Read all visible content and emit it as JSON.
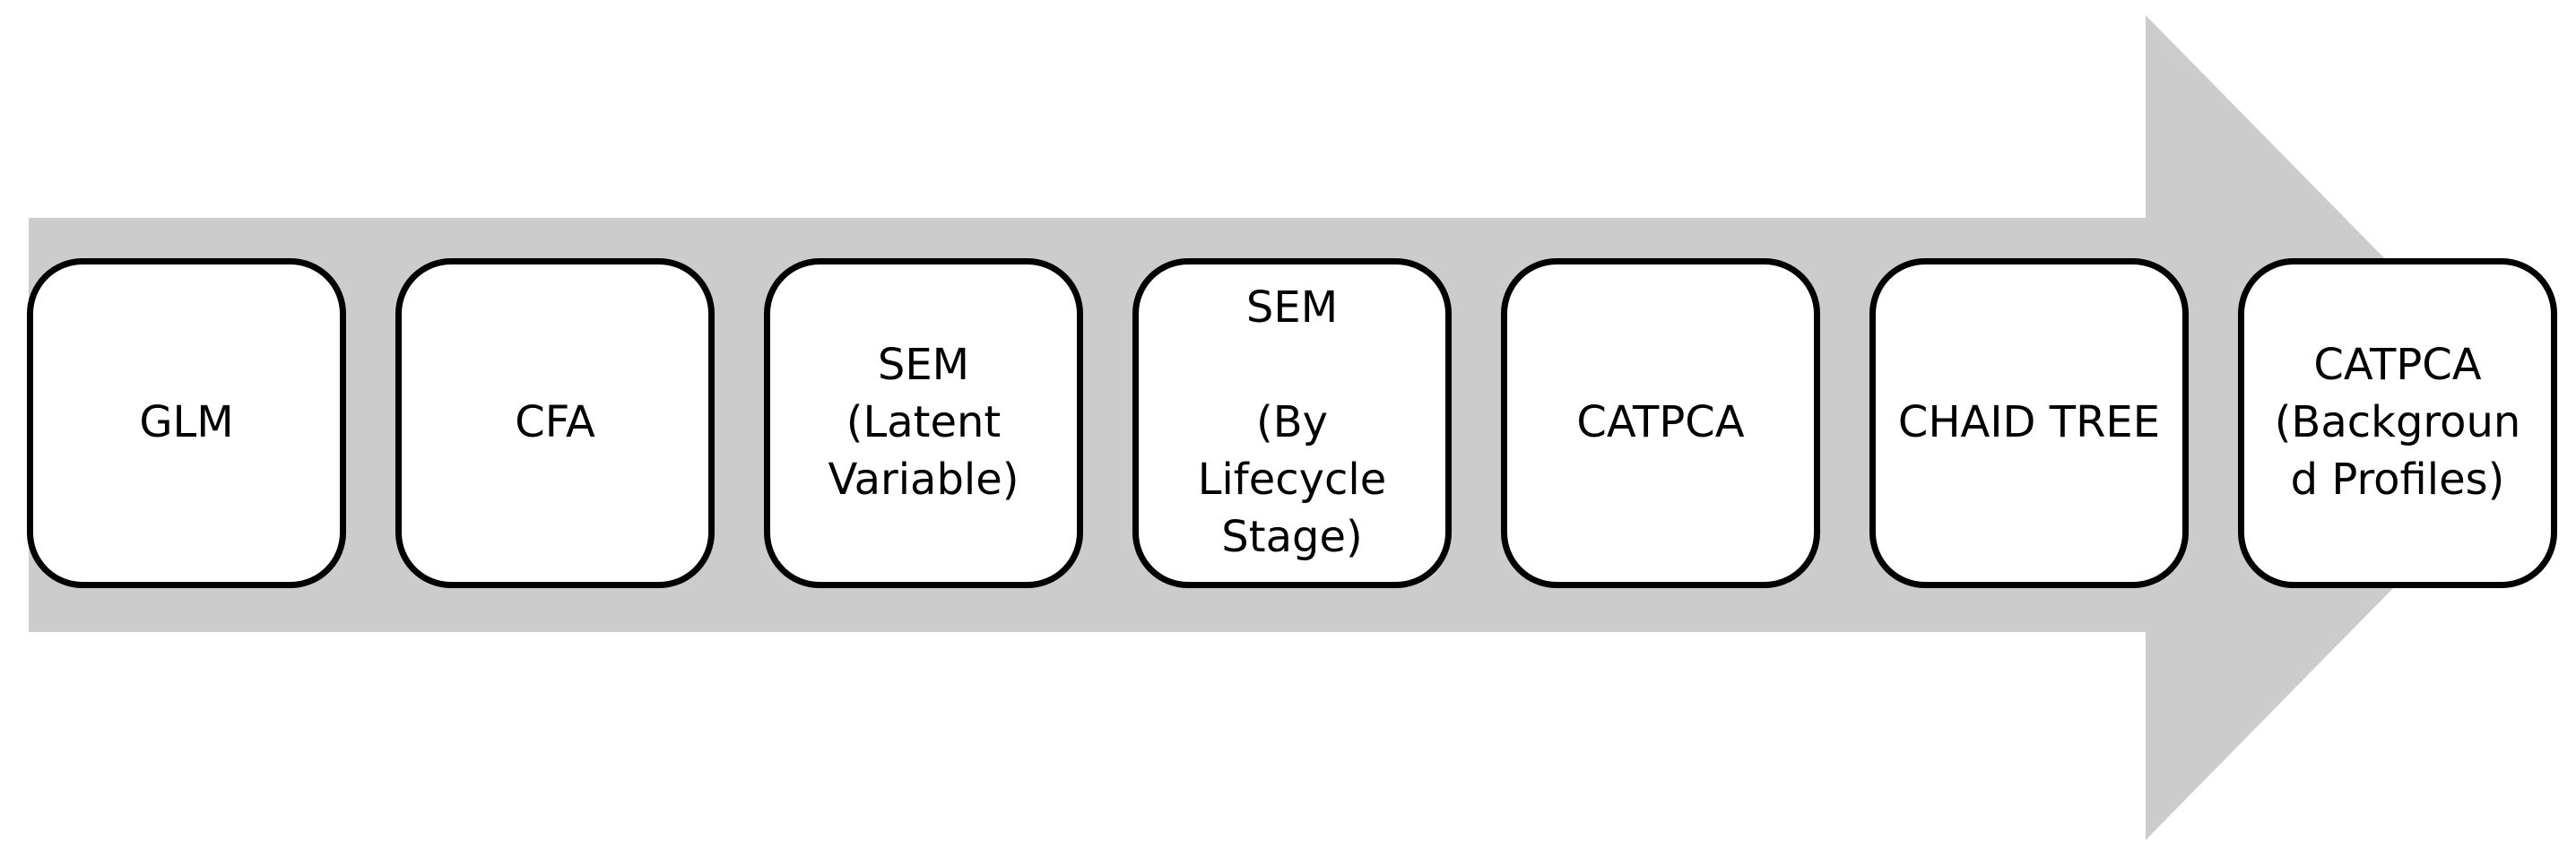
{
  "colors": {
    "arrow_fill": "#cccccc",
    "box_fill": "#ffffff",
    "box_border": "#000000",
    "text": "#000000"
  },
  "steps": [
    {
      "label": "GLM"
    },
    {
      "label": "CFA"
    },
    {
      "label": "SEM\n(Latent\nVariable)"
    },
    {
      "label": "SEM\n\n(By\nLifecycle\nStage)"
    },
    {
      "label": "CATPCA"
    },
    {
      "label": "CHAID TREE"
    },
    {
      "label": "CATPCA\n(Backgroun\nd Profiles)"
    }
  ]
}
